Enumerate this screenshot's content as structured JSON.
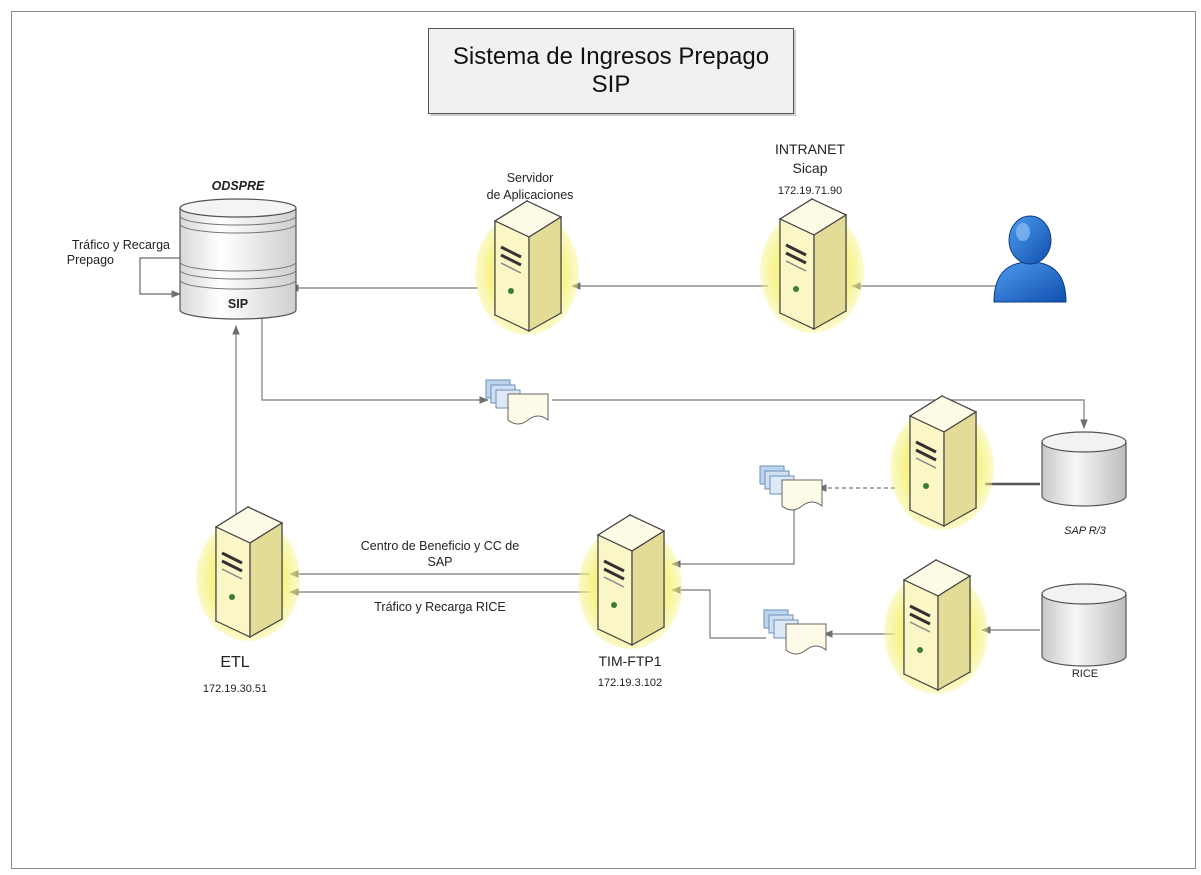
{
  "title": {
    "line1": "Sistema de Ingresos Prepago",
    "line2": "SIP"
  },
  "database_main": {
    "name": "ODSPRE",
    "label": "SIP"
  },
  "loop_label": {
    "line1": "Tráfico y Recarga",
    "line2": "Prepago"
  },
  "app_server": {
    "line1": "Servidor",
    "line2": "de Aplicaciones"
  },
  "intranet": {
    "line1": "INTRANET",
    "line2": "Sicap",
    "ip": "172.19.71.90"
  },
  "sap": {
    "label": "SAP R/3"
  },
  "rice": {
    "label": "RICE"
  },
  "etl": {
    "label": "ETL",
    "ip": "172.19.30.51"
  },
  "ftp": {
    "label": "TIM-FTP1",
    "ip": "172.19.3.102"
  },
  "flows": {
    "centro_line1": "Centro de Beneficio y CC de",
    "centro_line2": "SAP",
    "trafico_rice": "Tráfico y Recarga RICE"
  },
  "icons": [
    "database-icon",
    "server-icon",
    "user-icon",
    "document-stack-icon"
  ],
  "colors": {
    "server_face": "#fbf7c8",
    "server_glow": "#f3ef7a",
    "user_blue": "#1e6fd0",
    "line": "#7a7a7a",
    "title_bg": "#f1f1f1"
  }
}
